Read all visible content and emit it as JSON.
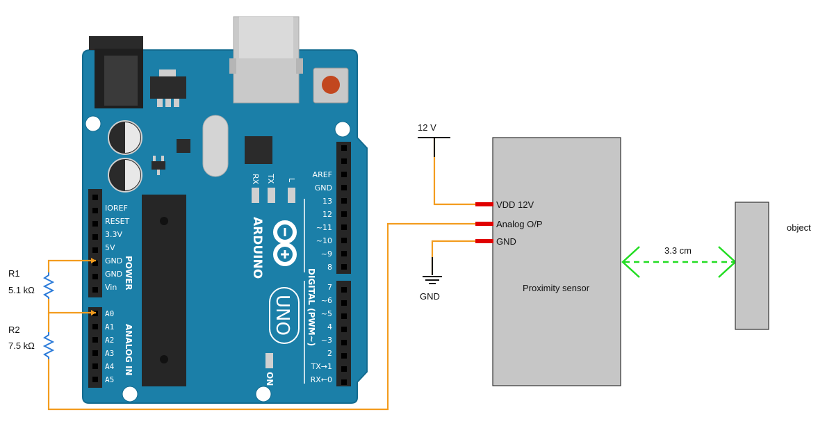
{
  "arduino": {
    "brand": "ARDUINO",
    "model": "UNO",
    "power_section_label": "POWER",
    "analog_section_label": "ANALOG IN",
    "digital_section_label": "DIGITAL (PWM~)",
    "on_label": "ON",
    "led_labels": [
      "RX",
      "TX",
      "L"
    ],
    "power_pins": [
      "IOREF",
      "RESET",
      "3.3V",
      "5V",
      "GND",
      "GND",
      "Vin"
    ],
    "analog_pins": [
      "A0",
      "A1",
      "A2",
      "A3",
      "A4",
      "A5"
    ],
    "digital_pins_top": [
      "AREF",
      "GND",
      "13",
      "12",
      "~11",
      "~10",
      "~9",
      "8"
    ],
    "digital_pins_bottom": [
      "7",
      "~6",
      "~5",
      "4",
      "~3",
      "2",
      "TX→1",
      "RX←0"
    ]
  },
  "resistors": [
    {
      "name": "R1",
      "value": "5.1 kΩ"
    },
    {
      "name": "R2",
      "value": "7.5 kΩ"
    }
  ],
  "supply": {
    "label": "12  V"
  },
  "ground": {
    "label": "GND"
  },
  "sensor": {
    "name": "Proximity sensor",
    "pins": [
      "VDD 12V",
      "Analog O/P",
      "GND"
    ]
  },
  "distance": {
    "label": "3.3 cm"
  },
  "object": {
    "label": "object"
  },
  "colors": {
    "board": "#1b7fa8",
    "wire": "#f39c1e",
    "pin_red": "#e00000",
    "sensor_fill": "#c6c6c6",
    "distance_arrow": "#22dd22"
  }
}
